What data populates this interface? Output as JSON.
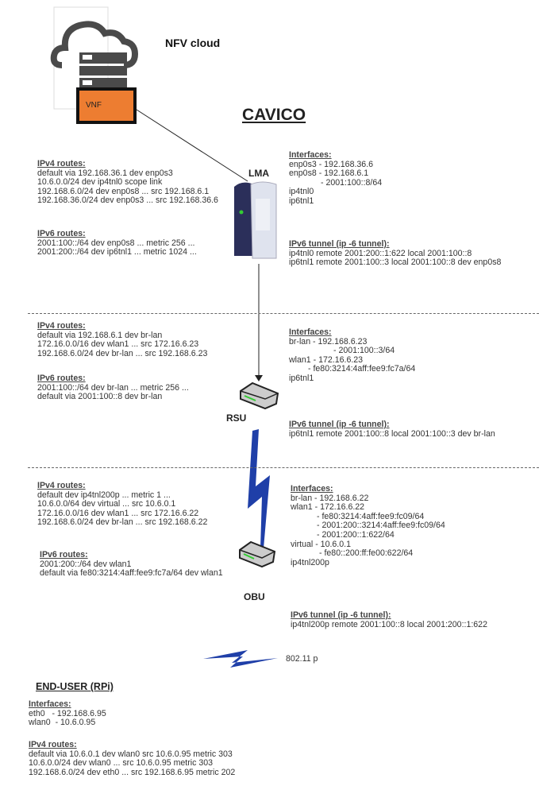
{
  "title": "CAVICO",
  "nfv": {
    "label": "NFV cloud",
    "vnf_label": "VNF"
  },
  "colors": {
    "vnf": "#ED7D31",
    "lightning": "#1F3FA8",
    "cloud": "#4A4A4A"
  },
  "lma": {
    "label": "LMA",
    "ipv4_heading": "IPv4 routes:",
    "ipv4": [
      "default via 192.168.36.1 dev enp0s3",
      "10.6.0.0/24 dev ip4tnl0 scope link",
      "192.168.6.0/24 dev enp0s8 ... src 192.168.6.1",
      "192.168.36.0/24 dev enp0s3 ... src 192.168.36.6"
    ],
    "ipv6_heading": "IPv6 routes:",
    "ipv6": [
      "2001:100::/64 dev enp0s8 ... metric 256 ...",
      "2001:200::/64 dev ip6tnl1 ... metric 1024 ..."
    ],
    "if_heading": "Interfaces:",
    "interfaces": [
      "enp0s3 - 192.168.36.6",
      "enp0s8 - 192.168.6.1",
      "- 2001:100::8/64",
      "ip4tnl0",
      "ip6tnl1"
    ],
    "tunnel_heading": "IPv6 tunnel (ip -6 tunnel):",
    "tunnels": [
      "ip4tnl0 remote 2001:200::1:622 local 2001:100::8",
      "ip6tnl1 remote 2001:100::3 local 2001:100::8 dev enp0s8"
    ]
  },
  "rsu": {
    "label": "RSU",
    "ipv4_heading": "IPv4 routes:",
    "ipv4": [
      "default via 192.168.6.1 dev br-lan",
      "172.16.0.0/16 dev wlan1 ... src 172.16.6.23",
      "192.168.6.0/24 dev br-lan ... src 192.168.6.23"
    ],
    "ipv6_heading": "IPv6 routes:",
    "ipv6": [
      "2001:100::/64 dev br-lan ... metric 256 ...",
      "default via 2001:100::8 dev br-lan"
    ],
    "if_heading": "Interfaces:",
    "interfaces": [
      "br-lan - 192.168.6.23",
      "- 2001:100::3/64",
      "wlan1 - 172.16.6.23",
      "- fe80:3214:4aff:fee9:fc7a/64",
      "ip6tnl1"
    ],
    "tunnel_heading": "IPv6 tunnel (ip -6 tunnel):",
    "tunnels": [
      "ip6tnl1 remote 2001:100::8 local 2001:100::3 dev br-lan"
    ]
  },
  "obu": {
    "label": "OBU",
    "ipv4_heading": "IPv4 routes:",
    "ipv4": [
      "default dev ip4tnl200p ... metric 1 ...",
      "10.6.0.0/64 dev virtual ... src 10.6.0.1",
      "172.16.0.0/16 dev wlan1 ... src 172.16.6.22",
      "192.168.6.0/24 dev br-lan ... src 192.168.6.22"
    ],
    "ipv6_heading": "IPv6 routes:",
    "ipv6": [
      "2001:200::/64 dev wlan1",
      "default via fe80:3214:4aff:fee9:fc7a/64 dev wlan1"
    ],
    "if_heading": "Interfaces:",
    "interfaces": [
      "br-lan - 192.168.6.22",
      "wlan1 - 172.16.6.22",
      "- fe80:3214:4aff:fee9:fc09/64",
      "- 2001:200::3214:4aff:fee9:fc09/64",
      "- 2001:200::1:622/64",
      "virtual - 10.6.0.1",
      "- fe80::200:ff:fe00:622/64",
      "ip4tnl200p"
    ],
    "tunnel_heading": "IPv6 tunnel (ip -6 tunnel):",
    "tunnels": [
      "ip4tnl200p remote 2001:100::8 local 2001:200::1:622"
    ]
  },
  "link_label": "802.11 p",
  "end_user": {
    "title": "END-USER (RPi)",
    "if_heading": "Interfaces:",
    "interfaces": [
      "eth0   - 192.168.6.95",
      "wlan0  - 10.6.0.95"
    ],
    "ipv4_heading": "IPv4 routes:",
    "ipv4": [
      "default via 10.6.0.1 dev wlan0 src 10.6.0.95 metric 303",
      "10.6.0.0/24 dev wlan0 ... src 10.6.0.95 metric 303",
      "192.168.6.0/24 dev eth0 ... src 192.168.6.95 metric 202"
    ]
  }
}
